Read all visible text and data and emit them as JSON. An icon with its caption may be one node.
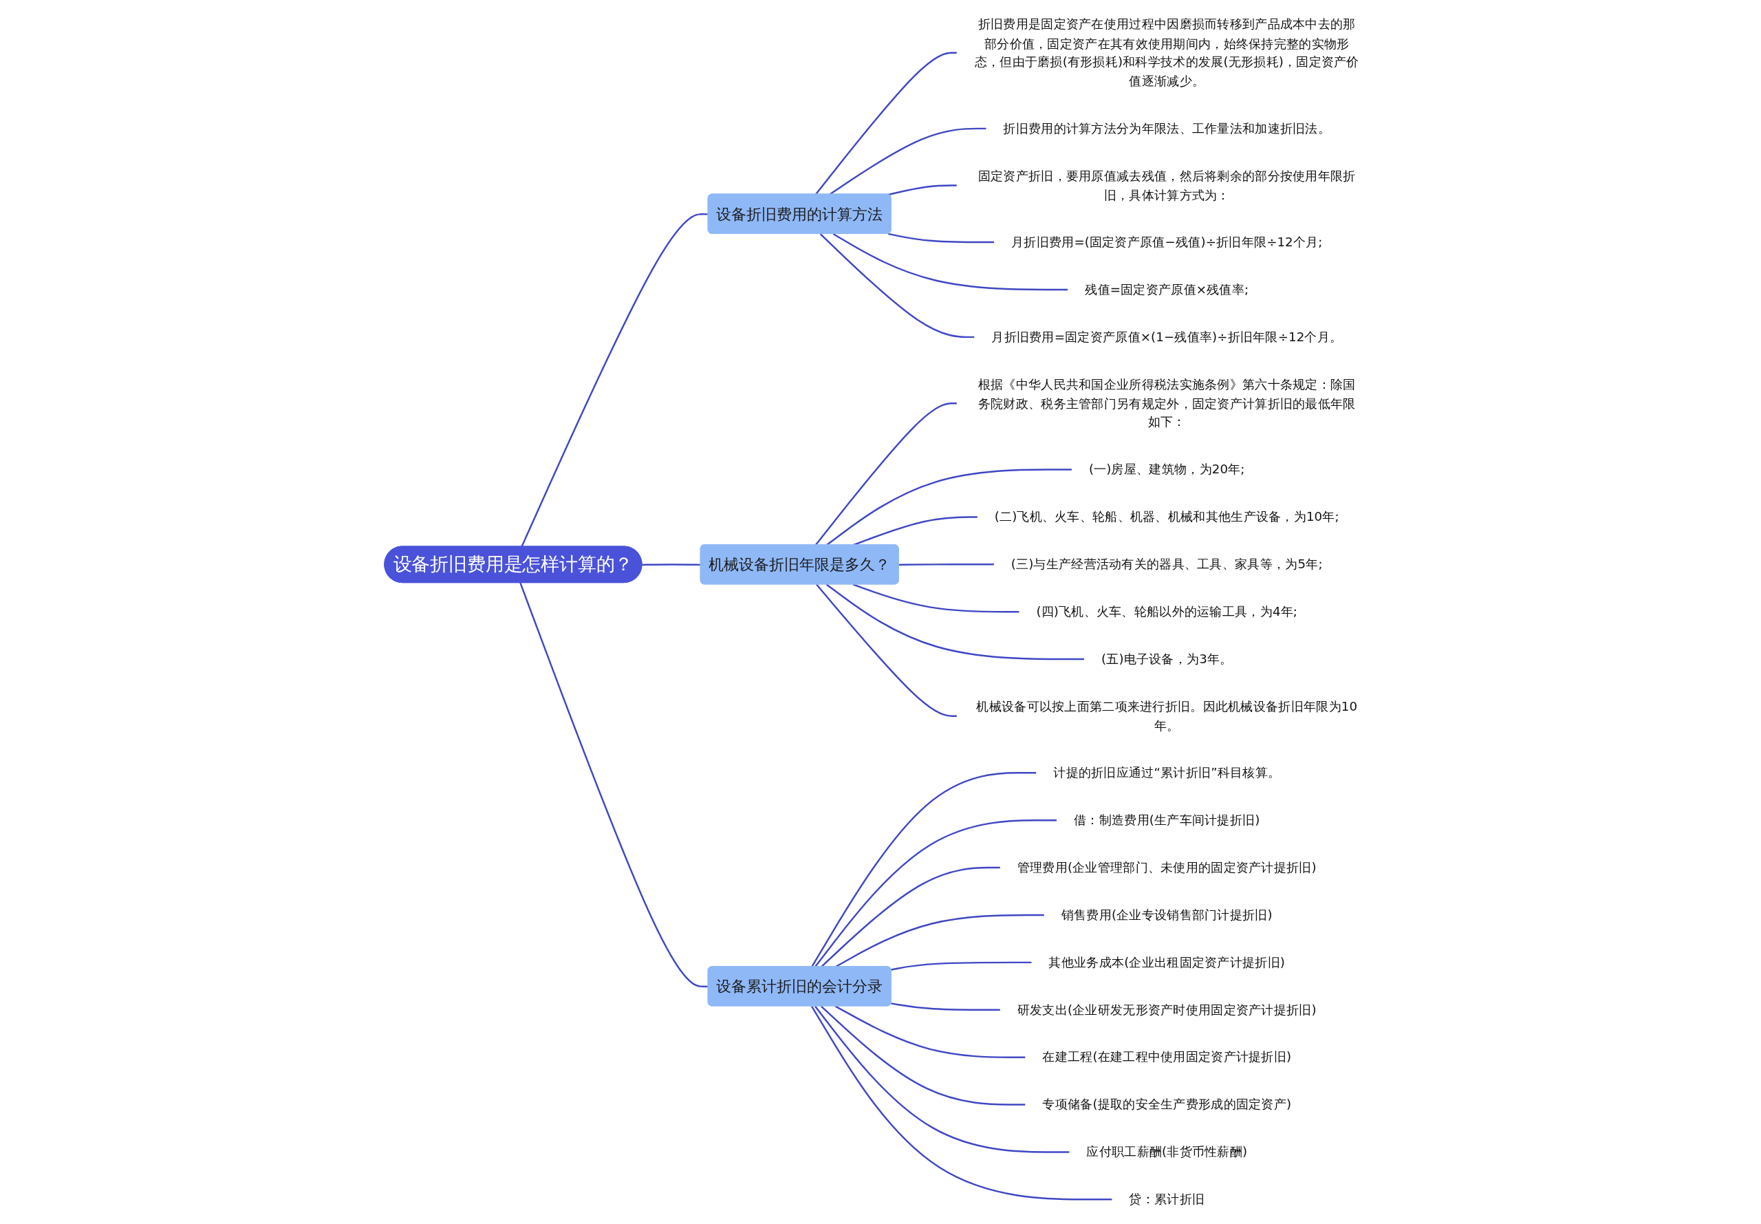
{
  "diagram": {
    "nodes": [
      {
        "text": [
          "设备折旧费用是怎样计算的？"
        ]
      },
      {
        "text": [
          "设备折旧费用的计算方法"
        ]
      },
      {
        "text": [
          "折旧费用是固定资产在使用过程中因磨损而转移到产品成本中去的那部分价值，固定资产在其有效使用期间内，始终保持完整的实物形态，但由于磨损(有形损耗)和科学技术的发展(无形损耗)，固定资产价值逐渐减少。"
        ]
      },
      {
        "text": [
          "折旧费用的计算方法分为年限法、工作量法和加速折旧法。"
        ]
      },
      {
        "text": [
          "固定资产折旧，要用原值减去残值，然后将剩余的部分按使用年限折旧，具体计算方式为："
        ]
      },
      {
        "text": [
          "月折旧费用=(固定资产原值−残值)÷折旧年限÷12个月;"
        ]
      },
      {
        "text": [
          "残值=固定资产原值×残值率;"
        ]
      },
      {
        "text": [
          "月折旧费用=固定资产原值×(1−残值率)÷折旧年限÷12个月。"
        ]
      },
      {
        "text": [
          "机械设备折旧年限是多久？"
        ]
      },
      {
        "text": [
          "根据《中华人民共和国企业所得税法实施条例》第六十条规定：除国务院财政、税务主管部门另有规定外，固定资产计算折旧的最低年限如下："
        ]
      },
      {
        "text": [
          "(一)房屋、建筑物，为20年;"
        ]
      },
      {
        "text": [
          "(二)飞机、火车、轮船、机器、机械和其他生产设备，为10年;"
        ]
      },
      {
        "text": [
          "(三)与生产经营活动有关的器具、工具、家具等，为5年;"
        ]
      },
      {
        "text": [
          "(四)飞机、火车、轮船以外的运输工具，为4年;"
        ]
      },
      {
        "text": [
          "(五)电子设备，为3年。"
        ]
      },
      {
        "text": [
          "机械设备可以按上面第二项来进行折旧。因此机械设备折旧年限为10年。"
        ]
      },
      {
        "text": [
          "设备累计折旧的会计分录"
        ]
      },
      {
        "text": [
          "计提的折旧应通过“累计折旧”科目核算。"
        ]
      },
      {
        "text": [
          "借：制造费用(生产车间计提折旧)"
        ]
      },
      {
        "text": [
          "管理费用(企业管理部门、未使用的固定资产计提折旧)"
        ]
      },
      {
        "text": [
          "销售费用(企业专设销售部门计提折旧)"
        ]
      },
      {
        "text": [
          "其他业务成本(企业出租固定资产计提折旧)"
        ]
      },
      {
        "text": [
          "研发支出(企业研发无形资产时使用固定资产计提折旧)"
        ]
      },
      {
        "text": [
          "在建工程(在建工程中使用固定资产计提折旧)"
        ]
      },
      {
        "text": [
          "专项储备(提取的安全生产费形成的固定资产)"
        ]
      },
      {
        "text": [
          "应付职工薪酬(非货币性薪酬)"
        ]
      },
      {
        "text": [
          "贷：累计折旧"
        ]
      }
    ],
    "edges": [
      {
        "from": 0,
        "to": 1,
        "arrow": "none"
      },
      {
        "from": 1,
        "to": 2,
        "arrow": "none"
      },
      {
        "from": 1,
        "to": 3,
        "arrow": "none"
      },
      {
        "from": 1,
        "to": 4,
        "arrow": "none"
      },
      {
        "from": 1,
        "to": 5,
        "arrow": "none"
      },
      {
        "from": 1,
        "to": 6,
        "arrow": "none"
      },
      {
        "from": 1,
        "to": 7,
        "arrow": "none"
      },
      {
        "from": 0,
        "to": 8,
        "arrow": "none"
      },
      {
        "from": 8,
        "to": 9,
        "arrow": "none"
      },
      {
        "from": 8,
        "to": 10,
        "arrow": "none"
      },
      {
        "from": 8,
        "to": 11,
        "arrow": "none"
      },
      {
        "from": 8,
        "to": 12,
        "arrow": "none"
      },
      {
        "from": 8,
        "to": 13,
        "arrow": "none"
      },
      {
        "from": 8,
        "to": 14,
        "arrow": "none"
      },
      {
        "from": 8,
        "to": 15,
        "arrow": "none"
      },
      {
        "from": 0,
        "to": 16,
        "arrow": "none"
      },
      {
        "from": 16,
        "to": 17,
        "arrow": "none"
      },
      {
        "from": 16,
        "to": 18,
        "arrow": "none"
      },
      {
        "from": 16,
        "to": 19,
        "arrow": "none"
      },
      {
        "from": 16,
        "to": 20,
        "arrow": "none"
      },
      {
        "from": 16,
        "to": 21,
        "arrow": "none"
      },
      {
        "from": 16,
        "to": 22,
        "arrow": "none"
      },
      {
        "from": 16,
        "to": 23,
        "arrow": "none"
      },
      {
        "from": 16,
        "to": 24,
        "arrow": "none"
      },
      {
        "from": 16,
        "to": 25,
        "arrow": "none"
      },
      {
        "from": 16,
        "to": 26,
        "arrow": "none"
      }
    ]
  }
}
